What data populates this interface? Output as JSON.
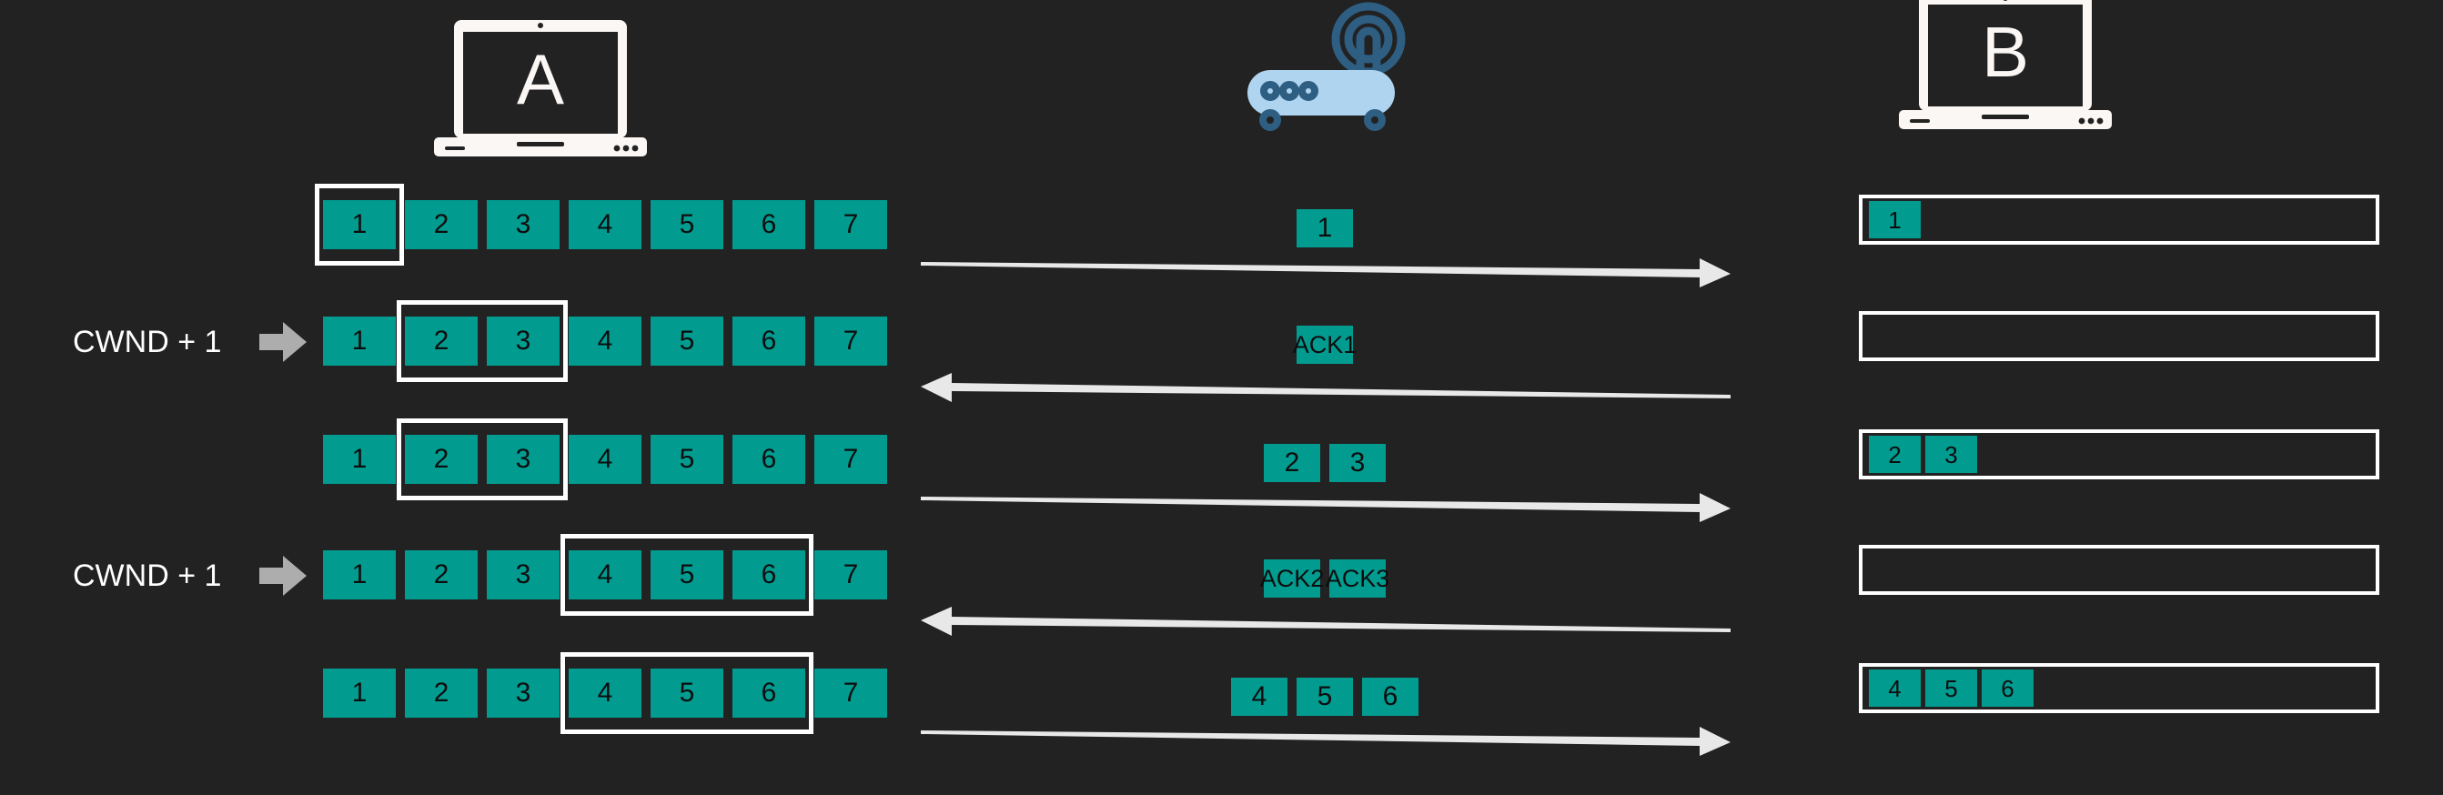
{
  "diagram": {
    "title": "TCP congestion window growth (slow start) between host A and host B via wireless router",
    "background_color": "#222222",
    "packet_color": "#029B90",
    "highlight_color": "#FFFFFF",
    "cwnd_arrow_color": "#ADADAD",
    "router_body_color": "#AFD4F0",
    "router_detail_color": "#2E5E82"
  },
  "devices": {
    "sender": {
      "name": "laptop-a",
      "letter": "A"
    },
    "router": {
      "name": "wireless-router",
      "leds": 3
    },
    "receiver": {
      "name": "laptop-b",
      "letter": "B"
    }
  },
  "sender_rows": [
    {
      "id": "row1",
      "cells": [
        "1",
        "2",
        "3",
        "4",
        "5",
        "6",
        "7"
      ],
      "window_start": 1,
      "window_count": 1,
      "cwnd_label": ""
    },
    {
      "id": "row2",
      "cells": [
        "1",
        "2",
        "3",
        "4",
        "5",
        "6",
        "7"
      ],
      "window_start": 2,
      "window_count": 2,
      "cwnd_label": "CWND + 1"
    },
    {
      "id": "row3",
      "cells": [
        "1",
        "2",
        "3",
        "4",
        "5",
        "6",
        "7"
      ],
      "window_start": 2,
      "window_count": 2,
      "cwnd_label": ""
    },
    {
      "id": "row4",
      "cells": [
        "1",
        "2",
        "3",
        "4",
        "5",
        "6",
        "7"
      ],
      "window_start": 4,
      "window_count": 3,
      "cwnd_label": "CWND + 1"
    },
    {
      "id": "row5",
      "cells": [
        "1",
        "2",
        "3",
        "4",
        "5",
        "6",
        "7"
      ],
      "window_start": 4,
      "window_count": 3,
      "cwnd_label": ""
    }
  ],
  "transfers": [
    {
      "id": "t1",
      "labels": [
        "1"
      ],
      "direction": "right"
    },
    {
      "id": "t2",
      "labels": [
        "ACK1"
      ],
      "direction": "left"
    },
    {
      "id": "t3",
      "labels": [
        "2",
        "3"
      ],
      "direction": "right"
    },
    {
      "id": "t4",
      "labels": [
        "ACK2",
        "ACK3"
      ],
      "direction": "left"
    },
    {
      "id": "t5",
      "labels": [
        "4",
        "5",
        "6"
      ],
      "direction": "right"
    }
  ],
  "receiver_rows": [
    {
      "id": "r1",
      "cells": [
        "1"
      ]
    },
    {
      "id": "r2",
      "cells": []
    },
    {
      "id": "r3",
      "cells": [
        "2",
        "3"
      ]
    },
    {
      "id": "r4",
      "cells": []
    },
    {
      "id": "r5",
      "cells": [
        "4",
        "5",
        "6"
      ]
    }
  ]
}
